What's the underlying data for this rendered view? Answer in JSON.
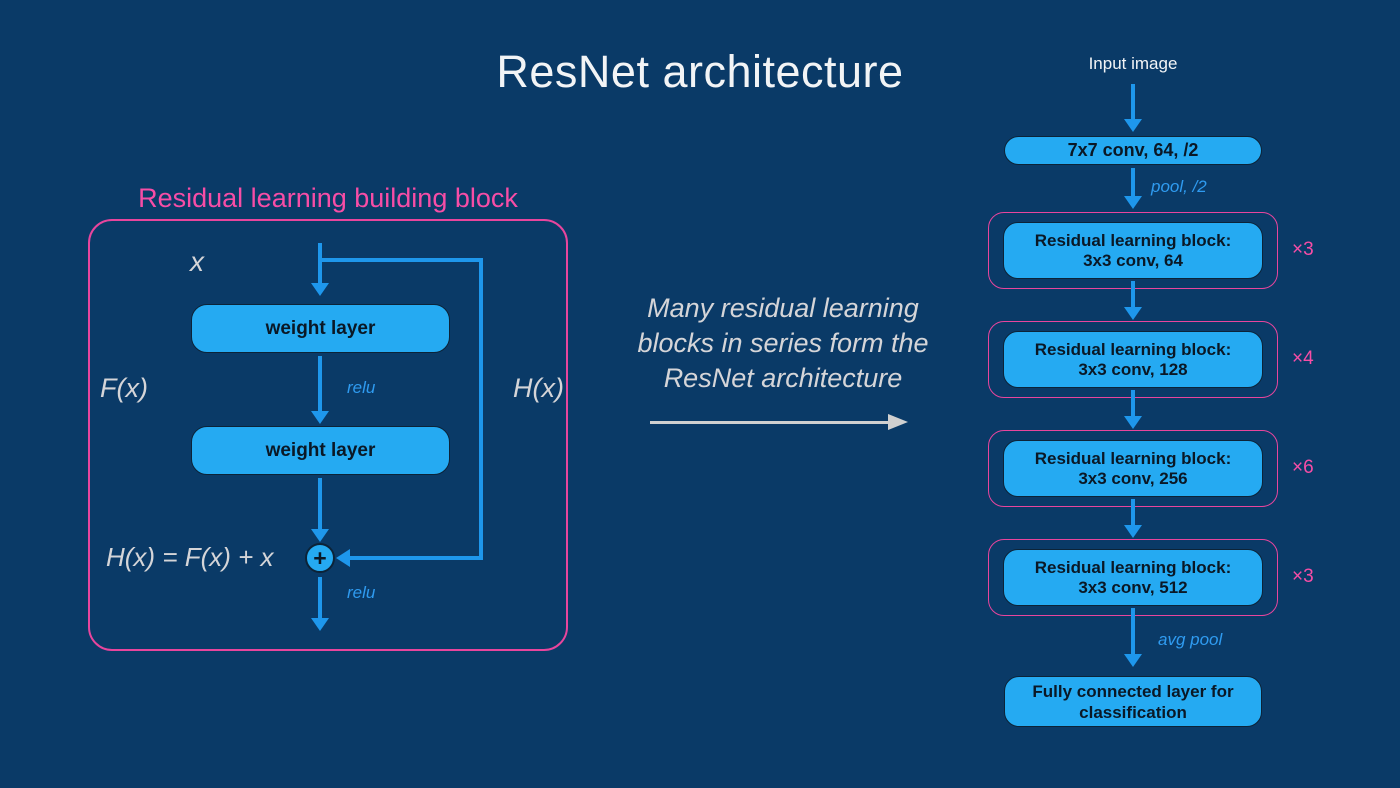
{
  "title": "ResNet architecture",
  "colors": {
    "background": "#0a3a67",
    "box-blue": "#25aaf2",
    "arrow-blue": "#1e97ec",
    "label-blue": "#2f9bf0",
    "pink": "#f74da6",
    "pink-line": "#e8459d",
    "gray-text": "#d5d5d8",
    "white-text": "#f2f4f6",
    "dark-text": "#0a1826",
    "box-border": "#0c2338",
    "gray-arrow": "#d0d0d0"
  },
  "left_panel": {
    "heading": "Residual learning building block",
    "input_label": "x",
    "weight_layer_1": "weight layer",
    "relu_1": "relu",
    "fx_label": "F(x)",
    "hx_label": "H(x)",
    "weight_layer_2": "weight layer",
    "plus_sign": "+",
    "equation": "H(x) = F(x) + x",
    "relu_2": "relu"
  },
  "middle": {
    "caption": "Many residual learning blocks in series form the ResNet architecture"
  },
  "right_panel": {
    "input_label": "Input image",
    "conv_label": "7x7 conv, 64, /2",
    "pool_label": "pool, /2",
    "blocks": [
      {
        "line1": "Residual learning block:",
        "line2": "3x3 conv, 64",
        "multiplier": "×3"
      },
      {
        "line1": "Residual learning block:",
        "line2": "3x3 conv, 128",
        "multiplier": "×4"
      },
      {
        "line1": "Residual learning block:",
        "line2": "3x3 conv, 256",
        "multiplier": "×6"
      },
      {
        "line1": "Residual learning block:",
        "line2": "3x3 conv, 512",
        "multiplier": "×3"
      }
    ],
    "avgpool_label": "avg pool",
    "fc_label": "Fully connected layer for classification"
  }
}
